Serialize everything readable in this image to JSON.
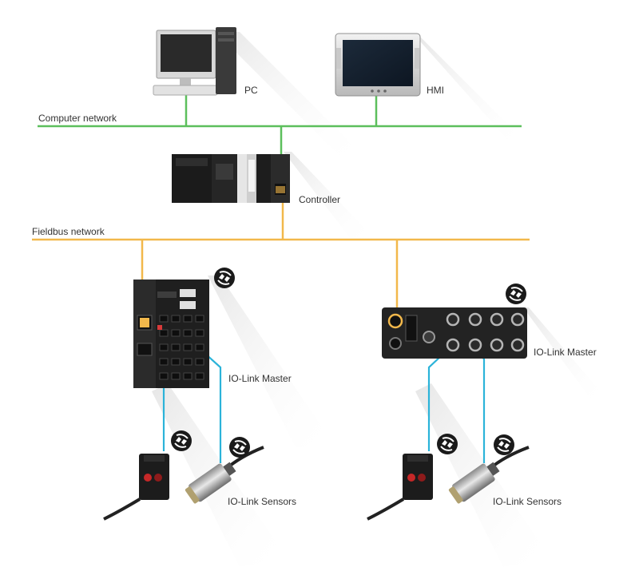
{
  "labels": {
    "pc": "PC",
    "hmi": "HMI",
    "computer_network": "Computer network",
    "controller": "Controller",
    "fieldbus_network": "Fieldbus network",
    "io_link_master_left": "IO-Link Master",
    "io_link_master_right": "IO-Link Master",
    "io_link_sensors_left": "IO-Link Sensors",
    "io_link_sensors_right": "IO-Link Sensors"
  },
  "colors": {
    "computer_network": "#5cbf5c",
    "fieldbus_network": "#f2b84b",
    "io_link": "#2bb3d9",
    "device_dark": "#1d1d1d",
    "shadow": "#f0f0f0"
  }
}
